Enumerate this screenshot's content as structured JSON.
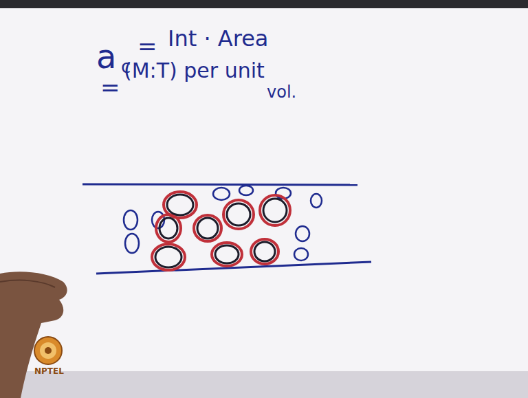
{
  "diagram": {
    "labels": [
      "a",
      "c",
      "=",
      "Int · Area",
      "=",
      "(M:T) per unit",
      "vol.",
      "NPTEL"
    ]
  }
}
